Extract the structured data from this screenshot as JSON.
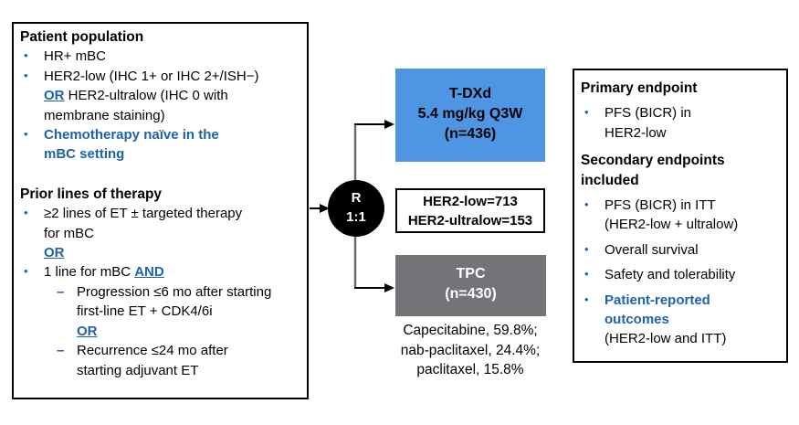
{
  "colors": {
    "tdxd_fill": "#4e96e3",
    "tpc_fill": "#737378",
    "emphasis_blue": "#1b63ae",
    "connector_gray": "#6b6b6b",
    "box_border": "#000000",
    "text_black": "#000000",
    "text_white": "#ffffff"
  },
  "markers": {
    "bullet": "•",
    "dash": "–"
  },
  "left_box": {
    "lines": [
      {
        "k": "title",
        "seg": [
          {
            "t": "Patient population"
          }
        ]
      },
      {
        "k": "bullet",
        "seg": [
          {
            "t": "HR+ mBC"
          }
        ]
      },
      {
        "k": "bullet",
        "seg": [
          {
            "t": "HER2-low (IHC 1+ or IHC 2+/ISH−)"
          }
        ]
      },
      {
        "k": "cont",
        "seg": [
          {
            "t": "OR",
            "s": "link"
          },
          {
            "t": " HER2-ultralow (IHC 0 with"
          }
        ]
      },
      {
        "k": "cont",
        "seg": [
          {
            "t": "membrane staining)"
          }
        ]
      },
      {
        "k": "bullet",
        "seg": [
          {
            "t": "Chemotherapy naïve in the",
            "s": "blue"
          }
        ]
      },
      {
        "k": "cont",
        "seg": [
          {
            "t": "mBC setting",
            "s": "blue"
          }
        ]
      },
      {
        "k": "gap"
      },
      {
        "k": "title",
        "seg": [
          {
            "t": "Prior lines of therapy"
          }
        ]
      },
      {
        "k": "bullet",
        "seg": [
          {
            "t": "≥2 lines of ET ± targeted therapy"
          }
        ]
      },
      {
        "k": "cont",
        "seg": [
          {
            "t": "for mBC"
          }
        ]
      },
      {
        "k": "cont",
        "seg": [
          {
            "t": "OR",
            "s": "link"
          }
        ]
      },
      {
        "k": "bullet",
        "seg": [
          {
            "t": "1 line for mBC "
          },
          {
            "t": "AND",
            "s": "link"
          }
        ]
      },
      {
        "k": "dash",
        "seg": [
          {
            "t": "Progression ≤6 mo after starting"
          }
        ]
      },
      {
        "k": "dcont",
        "seg": [
          {
            "t": "first-line ET + CDK4/6i"
          }
        ]
      },
      {
        "k": "dcont",
        "seg": [
          {
            "t": "OR",
            "s": "link"
          }
        ]
      },
      {
        "k": "dash",
        "seg": [
          {
            "t": "Recurrence ≤24 mo after"
          }
        ]
      },
      {
        "k": "dcont",
        "seg": [
          {
            "t": "starting adjuvant ET"
          }
        ]
      }
    ]
  },
  "randomization": {
    "label": "R",
    "ratio": "1:1"
  },
  "arms": {
    "tdxd": {
      "line1": "T-DXd",
      "line2": "5.4 mg/kg Q3W",
      "line3": "(n=436)"
    },
    "subgroups": {
      "line1": "HER2-low=713",
      "line2": "HER2-ultralow=153"
    },
    "tpc": {
      "line1": "TPC",
      "line2": "(n=430)"
    },
    "tpc_note": {
      "line1": "Capecitabine, 59.8%;",
      "line2": "nab-paclitaxel, 24.4%;",
      "line3": "paclitaxel, 15.8%"
    }
  },
  "right_box": {
    "lines": [
      {
        "k": "title",
        "seg": [
          {
            "t": "Primary endpoint"
          }
        ]
      },
      {
        "k": "gap-s"
      },
      {
        "k": "bullet",
        "seg": [
          {
            "t": "PFS (BICR) in"
          }
        ]
      },
      {
        "k": "cont",
        "seg": [
          {
            "t": "HER2-low"
          }
        ]
      },
      {
        "k": "gap-m"
      },
      {
        "k": "title",
        "seg": [
          {
            "t": "Secondary endpoints"
          }
        ]
      },
      {
        "k": "title",
        "seg": [
          {
            "t": "included"
          }
        ]
      },
      {
        "k": "gap-s"
      },
      {
        "k": "bullet",
        "seg": [
          {
            "t": "PFS (BICR) in ITT"
          }
        ]
      },
      {
        "k": "cont",
        "seg": [
          {
            "t": "(HER2-low + ultralow)"
          }
        ]
      },
      {
        "k": "gap-s"
      },
      {
        "k": "bullet",
        "seg": [
          {
            "t": "Overall survival"
          }
        ]
      },
      {
        "k": "gap-s"
      },
      {
        "k": "bullet",
        "seg": [
          {
            "t": "Safety and tolerability"
          }
        ]
      },
      {
        "k": "gap-s"
      },
      {
        "k": "bullet",
        "seg": [
          {
            "t": "Patient-reported",
            "s": "blue"
          }
        ]
      },
      {
        "k": "cont",
        "seg": [
          {
            "t": "outcomes",
            "s": "blue"
          }
        ]
      },
      {
        "k": "cont",
        "seg": [
          {
            "t": "(HER2-low and ITT)"
          }
        ]
      }
    ]
  }
}
